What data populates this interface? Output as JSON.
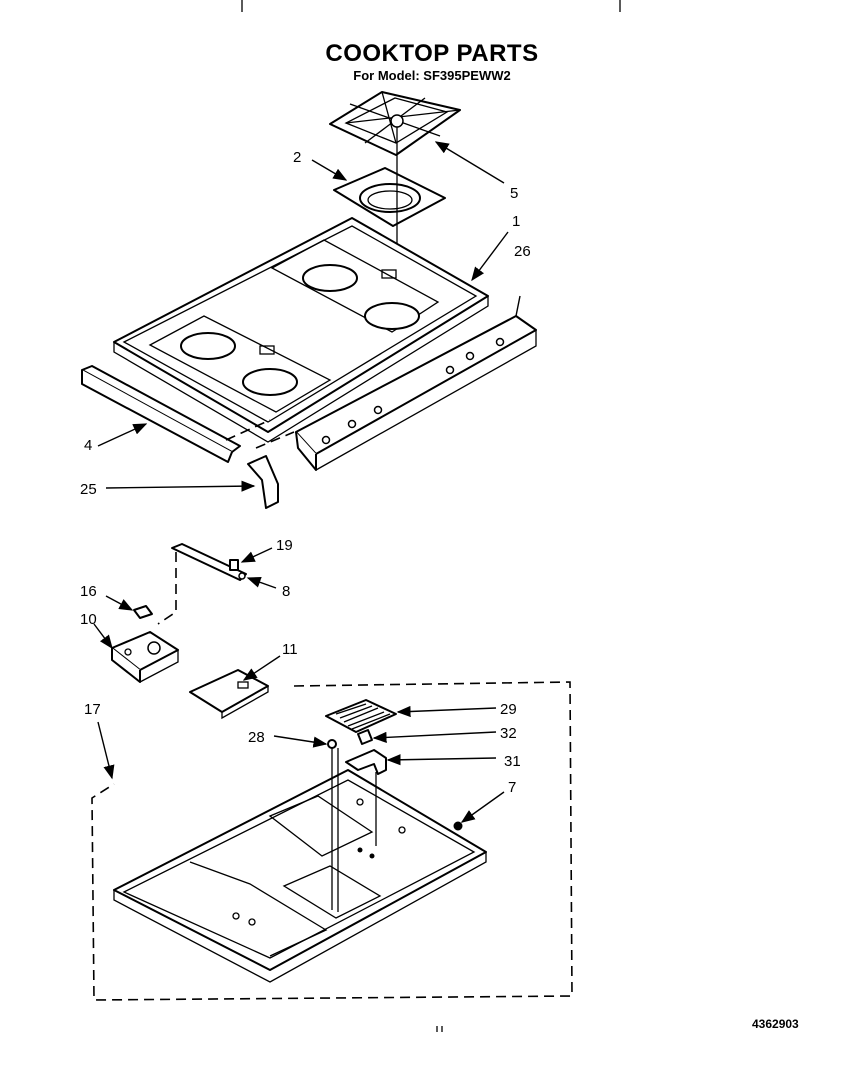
{
  "header": {
    "title": "COOKTOP PARTS",
    "subtitle": "For Model: SF395PEWW2"
  },
  "footer": {
    "document_number": "4362903"
  },
  "callouts": [
    {
      "id": "c1",
      "label": "1"
    },
    {
      "id": "c2",
      "label": "2"
    },
    {
      "id": "c4",
      "label": "4"
    },
    {
      "id": "c5",
      "label": "5"
    },
    {
      "id": "c7",
      "label": "7"
    },
    {
      "id": "c8",
      "label": "8"
    },
    {
      "id": "c10",
      "label": "10"
    },
    {
      "id": "c11",
      "label": "11"
    },
    {
      "id": "c16",
      "label": "16"
    },
    {
      "id": "c17",
      "label": "17"
    },
    {
      "id": "c19",
      "label": "19"
    },
    {
      "id": "c25",
      "label": "25"
    },
    {
      "id": "c26",
      "label": "26"
    },
    {
      "id": "c28",
      "label": "28"
    },
    {
      "id": "c29",
      "label": "29"
    },
    {
      "id": "c31",
      "label": "31"
    },
    {
      "id": "c32",
      "label": "32"
    }
  ]
}
